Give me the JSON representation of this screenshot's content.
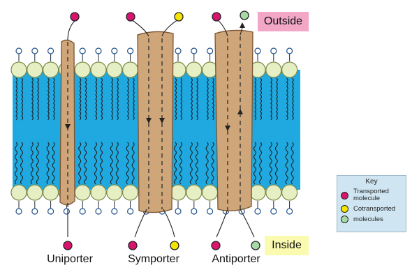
{
  "regions": {
    "outside": "Outside",
    "inside": "Inside"
  },
  "transporters": [
    {
      "id": "uniporter",
      "label": "Uniporter"
    },
    {
      "id": "symporter",
      "label": "Symporter"
    },
    {
      "id": "antiporter",
      "label": "Antiporter"
    }
  ],
  "key": {
    "title": "Key",
    "items": [
      {
        "label_line1": "Transported",
        "label_line2": "molecule",
        "color": "#d9146e"
      },
      {
        "label_line1": "Cotransported",
        "label_line2": "",
        "color": "#f5e400"
      },
      {
        "label_line1": "molecules",
        "label_line2": "",
        "color": "#a8d8a8"
      }
    ]
  },
  "colors": {
    "outside_label_bg": "#f2a7c6",
    "inside_label_bg": "#fafab0",
    "key_bg": "#cfe6f2",
    "membrane": "#1fa9e0",
    "phospholipid_head": "#e6efc4",
    "protein": "#cfa57a",
    "transported": "#d9146e",
    "cotransported": "#f5e400",
    "exchanged": "#a8d8a8"
  }
}
